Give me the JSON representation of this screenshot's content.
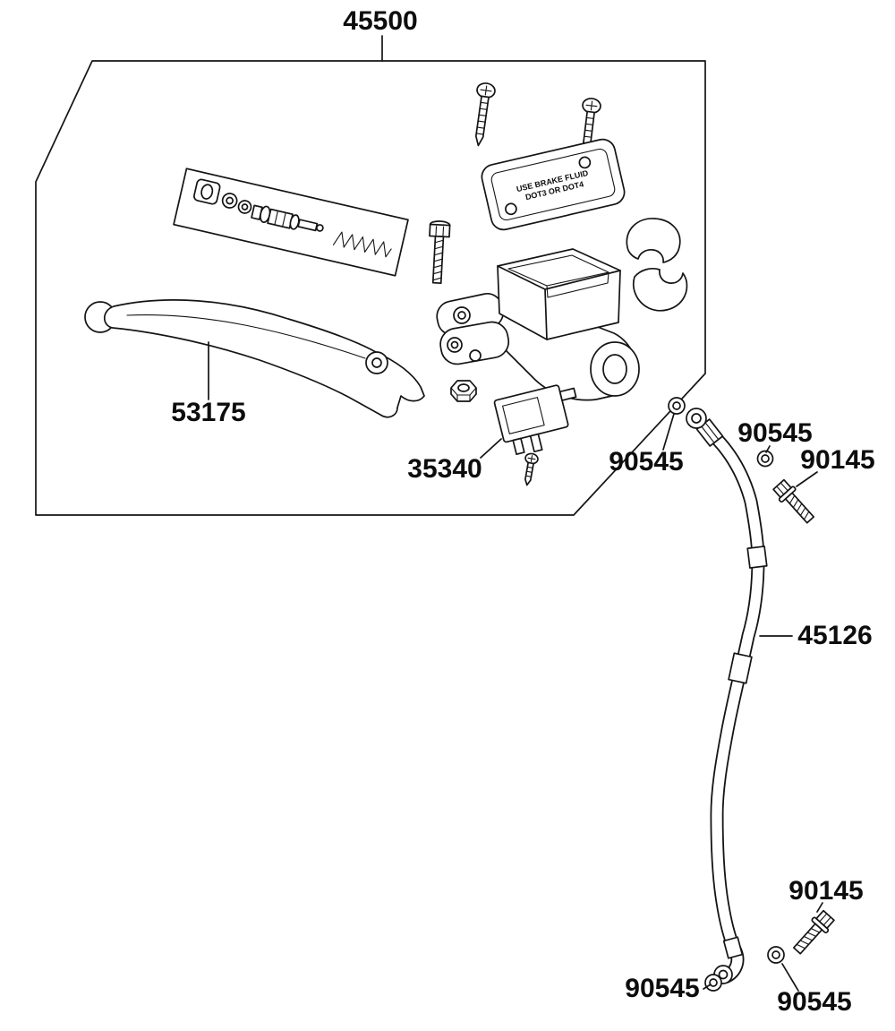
{
  "diagram": {
    "labels": {
      "assembly": "45500",
      "lever": "53175",
      "switch": "35340",
      "hose": "45126",
      "washer": "90545",
      "bolt": "90145"
    },
    "reservoir_cap": {
      "line1": "USE BRAKE FLUID",
      "line2": "DOT3 OR DOT4"
    },
    "colors": {
      "line": "#141414",
      "background": "#ffffff"
    }
  }
}
